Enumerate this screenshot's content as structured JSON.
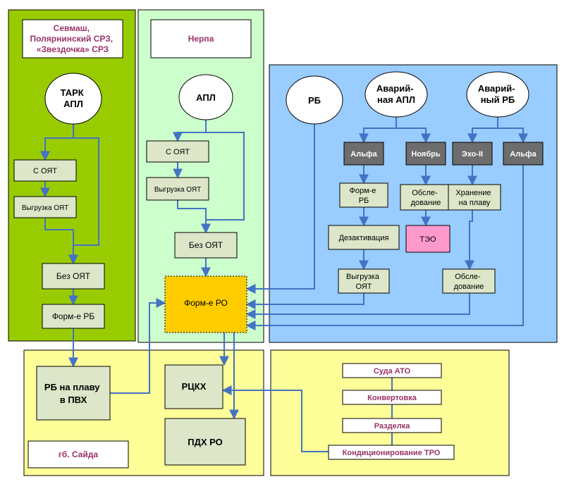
{
  "colors": {
    "green_region": "#99cc00",
    "light_green_region": "#ccffcc",
    "blue_region": "#99ccff",
    "yellow_region": "#ffff99",
    "node_fill": "#dde6c8",
    "dark_node_fill": "#6d6d6d",
    "pink_node_fill": "#ff99cc",
    "orange_node_fill": "#ffcc00",
    "label_text": "#993366",
    "arrow": "#4472c4"
  },
  "regions": {
    "sevmash": {
      "label": "Севмаш, Полярнинский СРЗ, «Звездочка» СРЗ",
      "lines": [
        "Севмаш,",
        "Полярнинский СРЗ,",
        "«Звездочка» СРЗ"
      ]
    },
    "nerpa": {
      "label": "Нерпа"
    },
    "saida": {
      "label": "гб. Сайда"
    }
  },
  "nodes": {
    "tark_apl": {
      "label": "ТАРК АПЛ",
      "lines": [
        "ТАРК",
        "АПЛ"
      ]
    },
    "s_oyat_1": {
      "label": "С ОЯТ"
    },
    "vygruzka_oyat_1": {
      "label": "Выгрузка ОЯТ"
    },
    "bez_oyat_1": {
      "label": "Без ОЯТ"
    },
    "form_rb_1": {
      "label": "Форм-е РБ"
    },
    "apl": {
      "label": "АПЛ"
    },
    "s_oyat_2": {
      "label": "С ОЯТ"
    },
    "vygruzka_oyat_2": {
      "label": "Выгрузка ОЯТ"
    },
    "bez_oyat_2": {
      "label": "Без ОЯТ"
    },
    "form_ro": {
      "label": "Форм-е РО"
    },
    "rb": {
      "label": "РБ"
    },
    "avar_apl": {
      "label": "Аварий- ная АПЛ",
      "lines": [
        "Аварий-",
        "ная АПЛ"
      ]
    },
    "avar_rb": {
      "label": "Аварий- ный РБ",
      "lines": [
        "Аварий-",
        "ный РБ"
      ]
    },
    "alfa_1": {
      "label": "Альфа"
    },
    "noyabr": {
      "label": "Ноябрь"
    },
    "ekho2": {
      "label": "Эхо-II"
    },
    "alfa_2": {
      "label": "Альфа"
    },
    "form_rb_2": {
      "label": "Форм-е РБ",
      "lines": [
        "Форм-е",
        "РБ"
      ]
    },
    "obsledovanie_1": {
      "label": "Обсле- дование",
      "lines": [
        "Обсле-",
        "дование"
      ]
    },
    "khranenie": {
      "label": "Хранение на плаву",
      "lines": [
        "Хранение",
        "на плаву"
      ]
    },
    "dezaktivatsiya": {
      "label": "Дезактивация"
    },
    "teo": {
      "label": "ТЭО"
    },
    "vygruzka_oyat_3": {
      "label": "Выгрузка ОЯТ",
      "lines": [
        "Выгрузка",
        "ОЯТ"
      ]
    },
    "obsledovanie_2": {
      "label": "Обсле- дование",
      "lines": [
        "Обсле-",
        "дование"
      ]
    },
    "rb_na_plavu": {
      "label": "РБ на плаву в ПВХ",
      "lines": [
        "РБ на плаву",
        "в ПВХ"
      ]
    },
    "rtskh": {
      "label": "РЦКХ"
    },
    "pdkh_ro": {
      "label": "ПДХ РО"
    },
    "suda_ato": {
      "label": "Суда АТО"
    },
    "konvertovka": {
      "label": "Конвертовка"
    },
    "razdelka": {
      "label": "Разделка"
    },
    "konditsionirovanie": {
      "label": "Кондиционирование ТРО"
    }
  }
}
